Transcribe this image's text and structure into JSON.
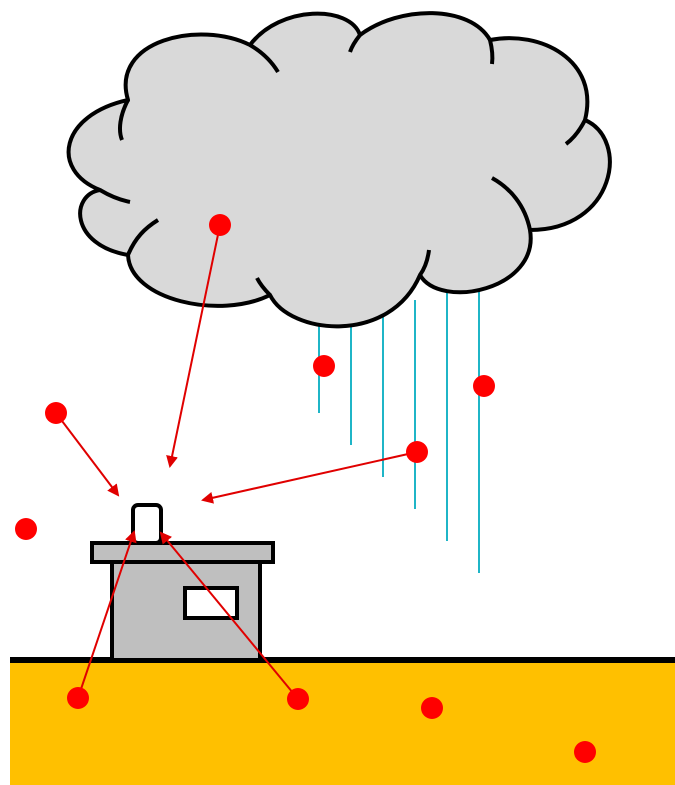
{
  "colors": {
    "background": "#ffffff",
    "cloud_fill": "#d9d9d9",
    "cloud_stroke": "#000000",
    "rain": "#1fb5c7",
    "ground": "#ffc000",
    "ground_line": "#000000",
    "station_body": "#bfbfbf",
    "station_roof": "#bfbfbf",
    "marker": "#ff0000",
    "arrow": "#e00000"
  },
  "icons": {
    "cloud": "cloud-icon",
    "rain": "rain-streaks-icon",
    "station": "monitoring-station-icon",
    "sampler": "sampler-inlet-icon",
    "marker": "red-dot-marker-icon",
    "arrow": "arrow-icon"
  },
  "markers": [
    {
      "id": "m1",
      "region": "cloud"
    },
    {
      "id": "m2",
      "region": "rain"
    },
    {
      "id": "m3",
      "region": "rain"
    },
    {
      "id": "m4",
      "region": "rain"
    },
    {
      "id": "m5",
      "region": "air-left"
    },
    {
      "id": "m6",
      "region": "air-left"
    },
    {
      "id": "m7",
      "region": "ground"
    },
    {
      "id": "m8",
      "region": "ground"
    },
    {
      "id": "m9",
      "region": "ground"
    },
    {
      "id": "m10",
      "region": "ground"
    }
  ],
  "arrows": [
    {
      "from": "m1",
      "to": "sampler-top"
    },
    {
      "from": "m4",
      "to": "sampler-right"
    },
    {
      "from": "m5",
      "to": "sampler-upper-left"
    },
    {
      "from": "m7",
      "to": "sampler-inlet"
    },
    {
      "from": "m8",
      "to": "sampler-inlet"
    }
  ]
}
